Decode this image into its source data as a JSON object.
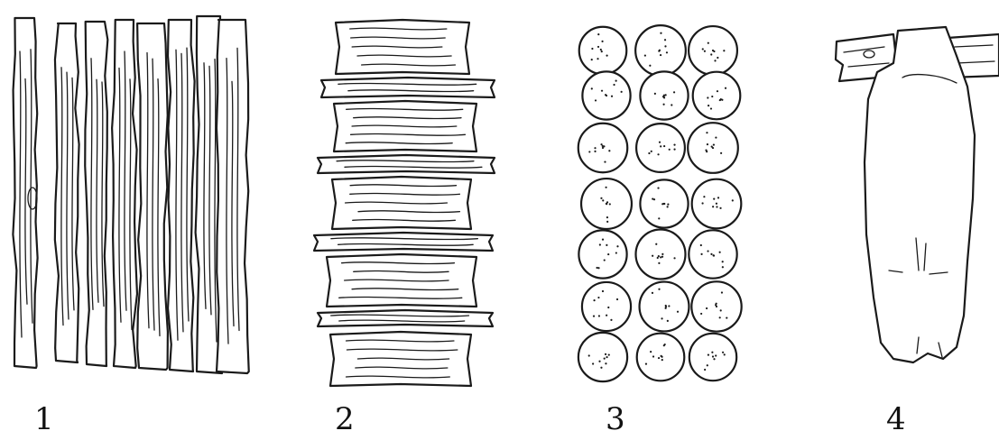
{
  "figure": {
    "panels": [
      {
        "id": "panel-1",
        "label": "1"
      },
      {
        "id": "panel-2",
        "label": "2"
      },
      {
        "id": "panel-3",
        "label": "3"
      },
      {
        "id": "panel-4",
        "label": "4"
      }
    ]
  }
}
